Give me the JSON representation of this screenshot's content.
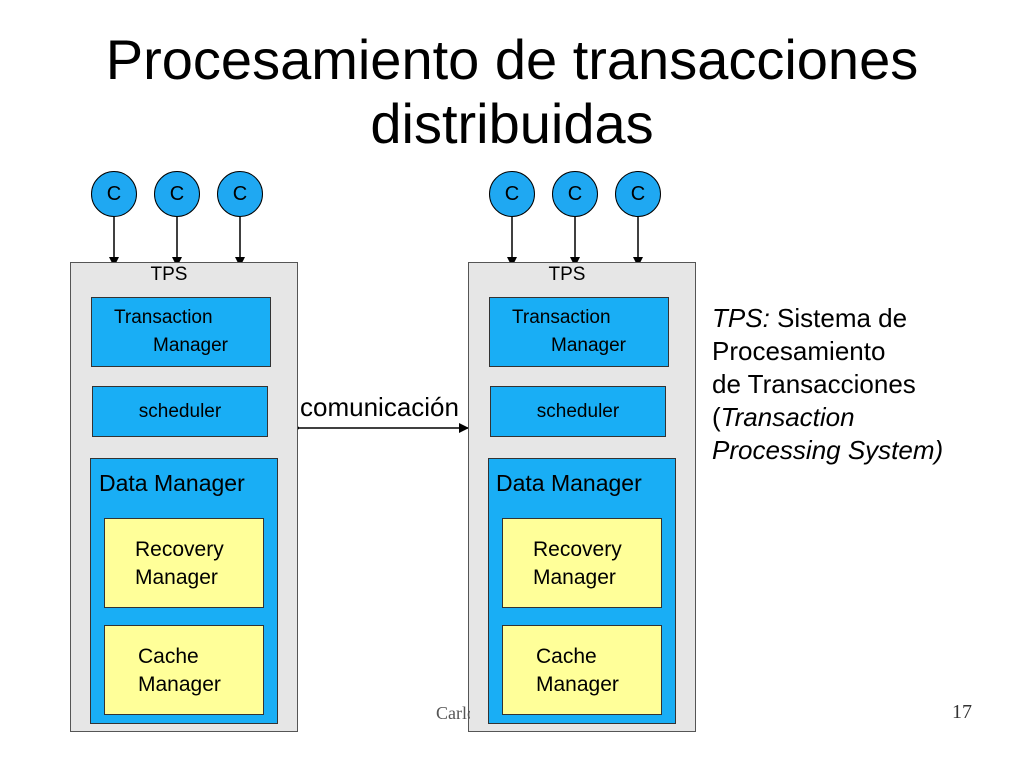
{
  "title_line1": "Procesamiento de transacciones",
  "title_line2": "distribuidas",
  "client_label": "C",
  "tps_label": "TPS",
  "transaction_manager": {
    "line1": "Transaction",
    "line2": "Manager"
  },
  "scheduler": "scheduler",
  "data_manager": "Data Manager",
  "recovery_manager": {
    "line1": "Recovery",
    "line2": "Manager"
  },
  "cache_manager": {
    "line1": "Cache",
    "line2": "Manager"
  },
  "communication": "comunicación",
  "description": {
    "term": "TPS:",
    "line1_rest": " Sistema de",
    "line2": "Procesamiento",
    "line3": "de Transacciones",
    "line4_paren": "(",
    "line4_italic": "Transaction",
    "line5_italic": "Processing System)"
  },
  "footer_author": "Carlos",
  "page_number": "17",
  "colors": {
    "client": "#1fa8f2",
    "component": "#19aef5",
    "submanager": "#ffff99",
    "tps": "#e6e6e6"
  }
}
